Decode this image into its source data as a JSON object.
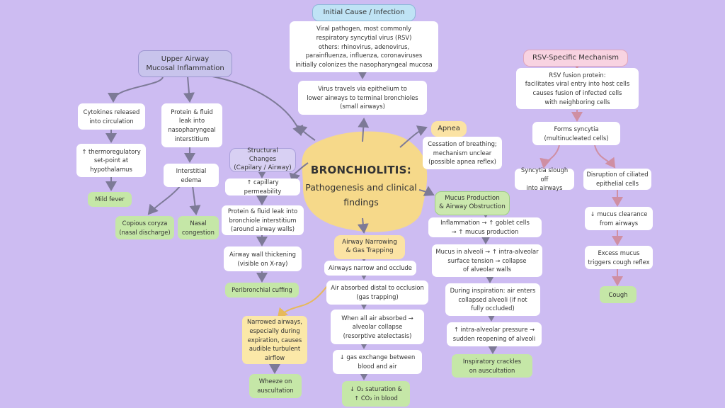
{
  "center": {
    "title": "BRONCHIOLITIS:",
    "subtitle": "Pathogenesis and clinical findings"
  },
  "initial": {
    "header": "Initial Cause / Infection",
    "box1": "Viral pathogen, most commonly\nrespiratory syncytial virus (RSV)\nothers: rhinovirus, adenovirus,\nparainfluenza, influenza, coronaviruses\ninitially colonizes the nasopharyngeal mucosa",
    "box2": "Virus travels via epithelium to\nlower airways to terminal bronchioles\n(small airways)"
  },
  "upper": {
    "header": "Upper Airway\nMucosal Inflammation",
    "cytokines": "Cytokines released\ninto circulation",
    "thermo": "↑ thermoregulatory\nset-point at\nhypothalamus",
    "fever": "Mild fever",
    "protein": "Protein & fluid\nleak into\nnasopharyngeal\ninterstitium",
    "edema": "Interstitial\nedema",
    "coryza": "Copious coryza\n(nasal discharge)",
    "congestion": "Nasal\ncongestion"
  },
  "structural": {
    "header": "Structural Changes\n(Capilary / Airway)",
    "perm": "↑ capillary permeability",
    "leak": "Protein & fluid leak into\nbronchiole interstitium\n(around airway walls)",
    "thick": "Airway wall thickening\n(visible on X-ray)",
    "cuffing": "Peribronchial cuffing"
  },
  "apnea": {
    "header": "Apnea",
    "desc": "Cessation of breathing;\nmechanism unclear\n(possible apnea reflex)"
  },
  "rsv": {
    "header": "RSV-Specific Mechanism",
    "fusion": "RSV fusion protein:\nfacilitates viral entry into host cells\ncauses fusion of infected cells\nwith neighboring cells",
    "syncytia": "Forms syncytia\n(multinucleated cells)",
    "slough": "Syncytia slough off\ninto airways",
    "cilia": "Disruption of ciliated\nepithelial cells",
    "clearance": "↓ mucus clearance\nfrom airways",
    "excess": "Excess mucus\ntriggers cough reflex",
    "cough": "Cough"
  },
  "mucus": {
    "header": "Mucus Production\n& Airway Obstruction",
    "inflam": "Inflammation → ↑ goblet cells\n→ ↑ mucus production",
    "alveoli": "Mucus in alveoli → ↑ intra-alveolar\nsurface tension → collapse\nof alveolar walls",
    "inspire": "During inspiration: air enters\ncollapsed alveoli (if not\nfully occluded)",
    "pressure": "↑ intra-alveolar pressure →\nsudden reopening of alveoli",
    "crackles": "Inspiratory crackles\non auscultation"
  },
  "narrow": {
    "header": "Airway Narrowing\n& Gas Trapping",
    "occlude": "Airways narrow and occlude",
    "absorbed": "Air absorbed distal to occlusion\n(gas trapping)",
    "collapse": "When all air absorbed →\nalveolar collapse\n(resorptive atelectasis)",
    "exchange": "↓ gas exchange between\nblood and air",
    "saturation": "↓ O₂ saturation &\n↑ CO₂ in blood",
    "turbulent": "Narrowed airways,\nespecially during\nexpiration, causes\naudible turbulent\nairflow",
    "wheeze": "Wheeze on\nauscultation"
  },
  "colors": {
    "background": "#cdbcf2",
    "center": "#f6d98a",
    "white_box": "#ffffff",
    "green_box": "#c5e7a7",
    "arrow": "#7d7a97"
  }
}
